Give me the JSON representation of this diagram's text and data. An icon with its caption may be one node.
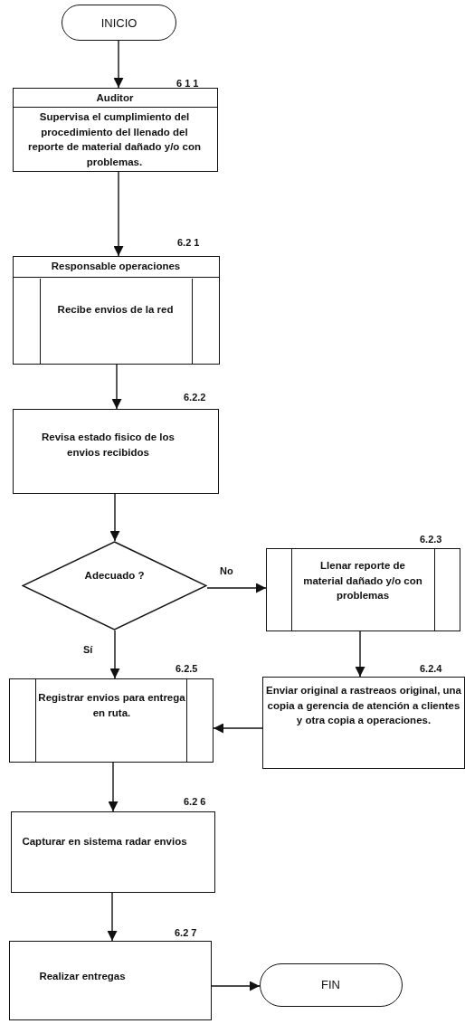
{
  "diagram": {
    "nodes": [
      {
        "text": [
          "INICIO"
        ]
      },
      {
        "text": [
          "Auditor",
          "Supervisa el cumplimiento del procedimiento del llenado del reporte de material dañado y/o con problemas."
        ],
        "beside": [
          "6 1 1"
        ]
      },
      {
        "text": [
          "Responsable operaciones",
          "Recibe envios de la red"
        ],
        "beside": [
          "6.2 1"
        ]
      },
      {
        "text": [
          "Revisa estado fisico de los envios recibidos"
        ],
        "beside": [
          "6.2.2"
        ]
      },
      {
        "text": [
          "Adecuado ?"
        ]
      },
      {
        "text": [
          "Llenar reporte de material dañado y/o con problemas"
        ],
        "beside": [
          "6.2.3"
        ]
      },
      {
        "text": [
          "Registrar envios para entrega en ruta."
        ],
        "beside": [
          "6.2.5"
        ]
      },
      {
        "text": [
          "Enviar original a rastreaos original, una copia a gerencia de atención a clientes y otra copia a operaciones."
        ],
        "beside": [
          "6.2.4"
        ]
      },
      {
        "text": [
          "Capturar en sistema radar envios"
        ],
        "beside": [
          "6.2 6"
        ]
      },
      {
        "text": [
          "Realizar entregas"
        ],
        "beside": [
          "6.2 7"
        ]
      },
      {
        "text": [
          "FIN"
        ]
      }
    ],
    "edges": [
      {
        "from": 0,
        "to": 1,
        "arrow": "to"
      },
      {
        "from": 1,
        "to": 2,
        "arrow": "to"
      },
      {
        "from": 2,
        "to": 3,
        "arrow": "to"
      },
      {
        "from": 3,
        "to": 4,
        "arrow": "to"
      },
      {
        "from": 4,
        "to": 5,
        "arrow": "to",
        "label": "No"
      },
      {
        "from": 4,
        "to": 6,
        "arrow": "to",
        "label": "Sí"
      },
      {
        "from": 5,
        "to": 7,
        "arrow": "to"
      },
      {
        "from": 7,
        "to": 6,
        "arrow": "to"
      },
      {
        "from": 6,
        "to": 8,
        "arrow": "to"
      },
      {
        "from": 8,
        "to": 9,
        "arrow": "to"
      },
      {
        "from": 9,
        "to": 10,
        "arrow": "to"
      }
    ]
  }
}
